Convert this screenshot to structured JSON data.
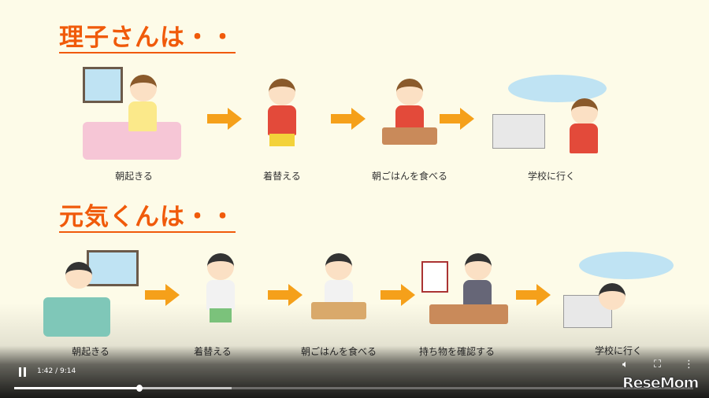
{
  "section1": {
    "title": "理子さんは・・",
    "steps": [
      "朝起きる",
      "着替える",
      "朝ごはんを食べる",
      "学校に行く"
    ]
  },
  "section2": {
    "title": "元気くんは・・",
    "steps": [
      "朝起きる",
      "着替える",
      "朝ごはんを食べる",
      "持ち物を確認する",
      "学校に行く"
    ]
  },
  "player": {
    "time": "1:42 / 9:14",
    "progress_percent": 18.4,
    "buffered_percent": 32,
    "logo": "ReseMom"
  },
  "colors": {
    "title": "#f05a0a",
    "arrow": "#f5a01a",
    "background": "#fdfbe8"
  }
}
